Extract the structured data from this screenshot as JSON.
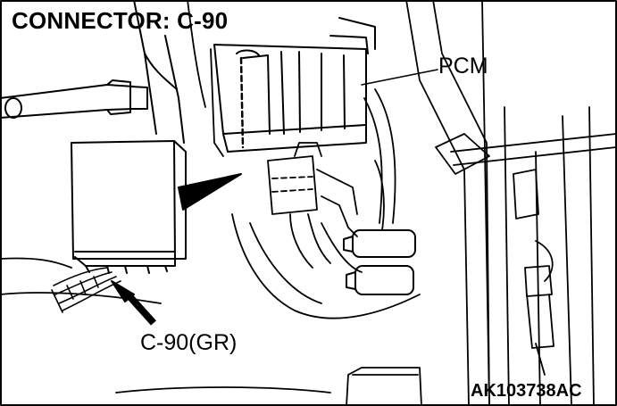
{
  "title": "CONNECTOR: C-90",
  "labels": {
    "pcm": "PCM",
    "connector": "C-90(GR)",
    "figure_id": "AK103738AC"
  },
  "colors": {
    "line": "#000000",
    "background": "#ffffff"
  }
}
